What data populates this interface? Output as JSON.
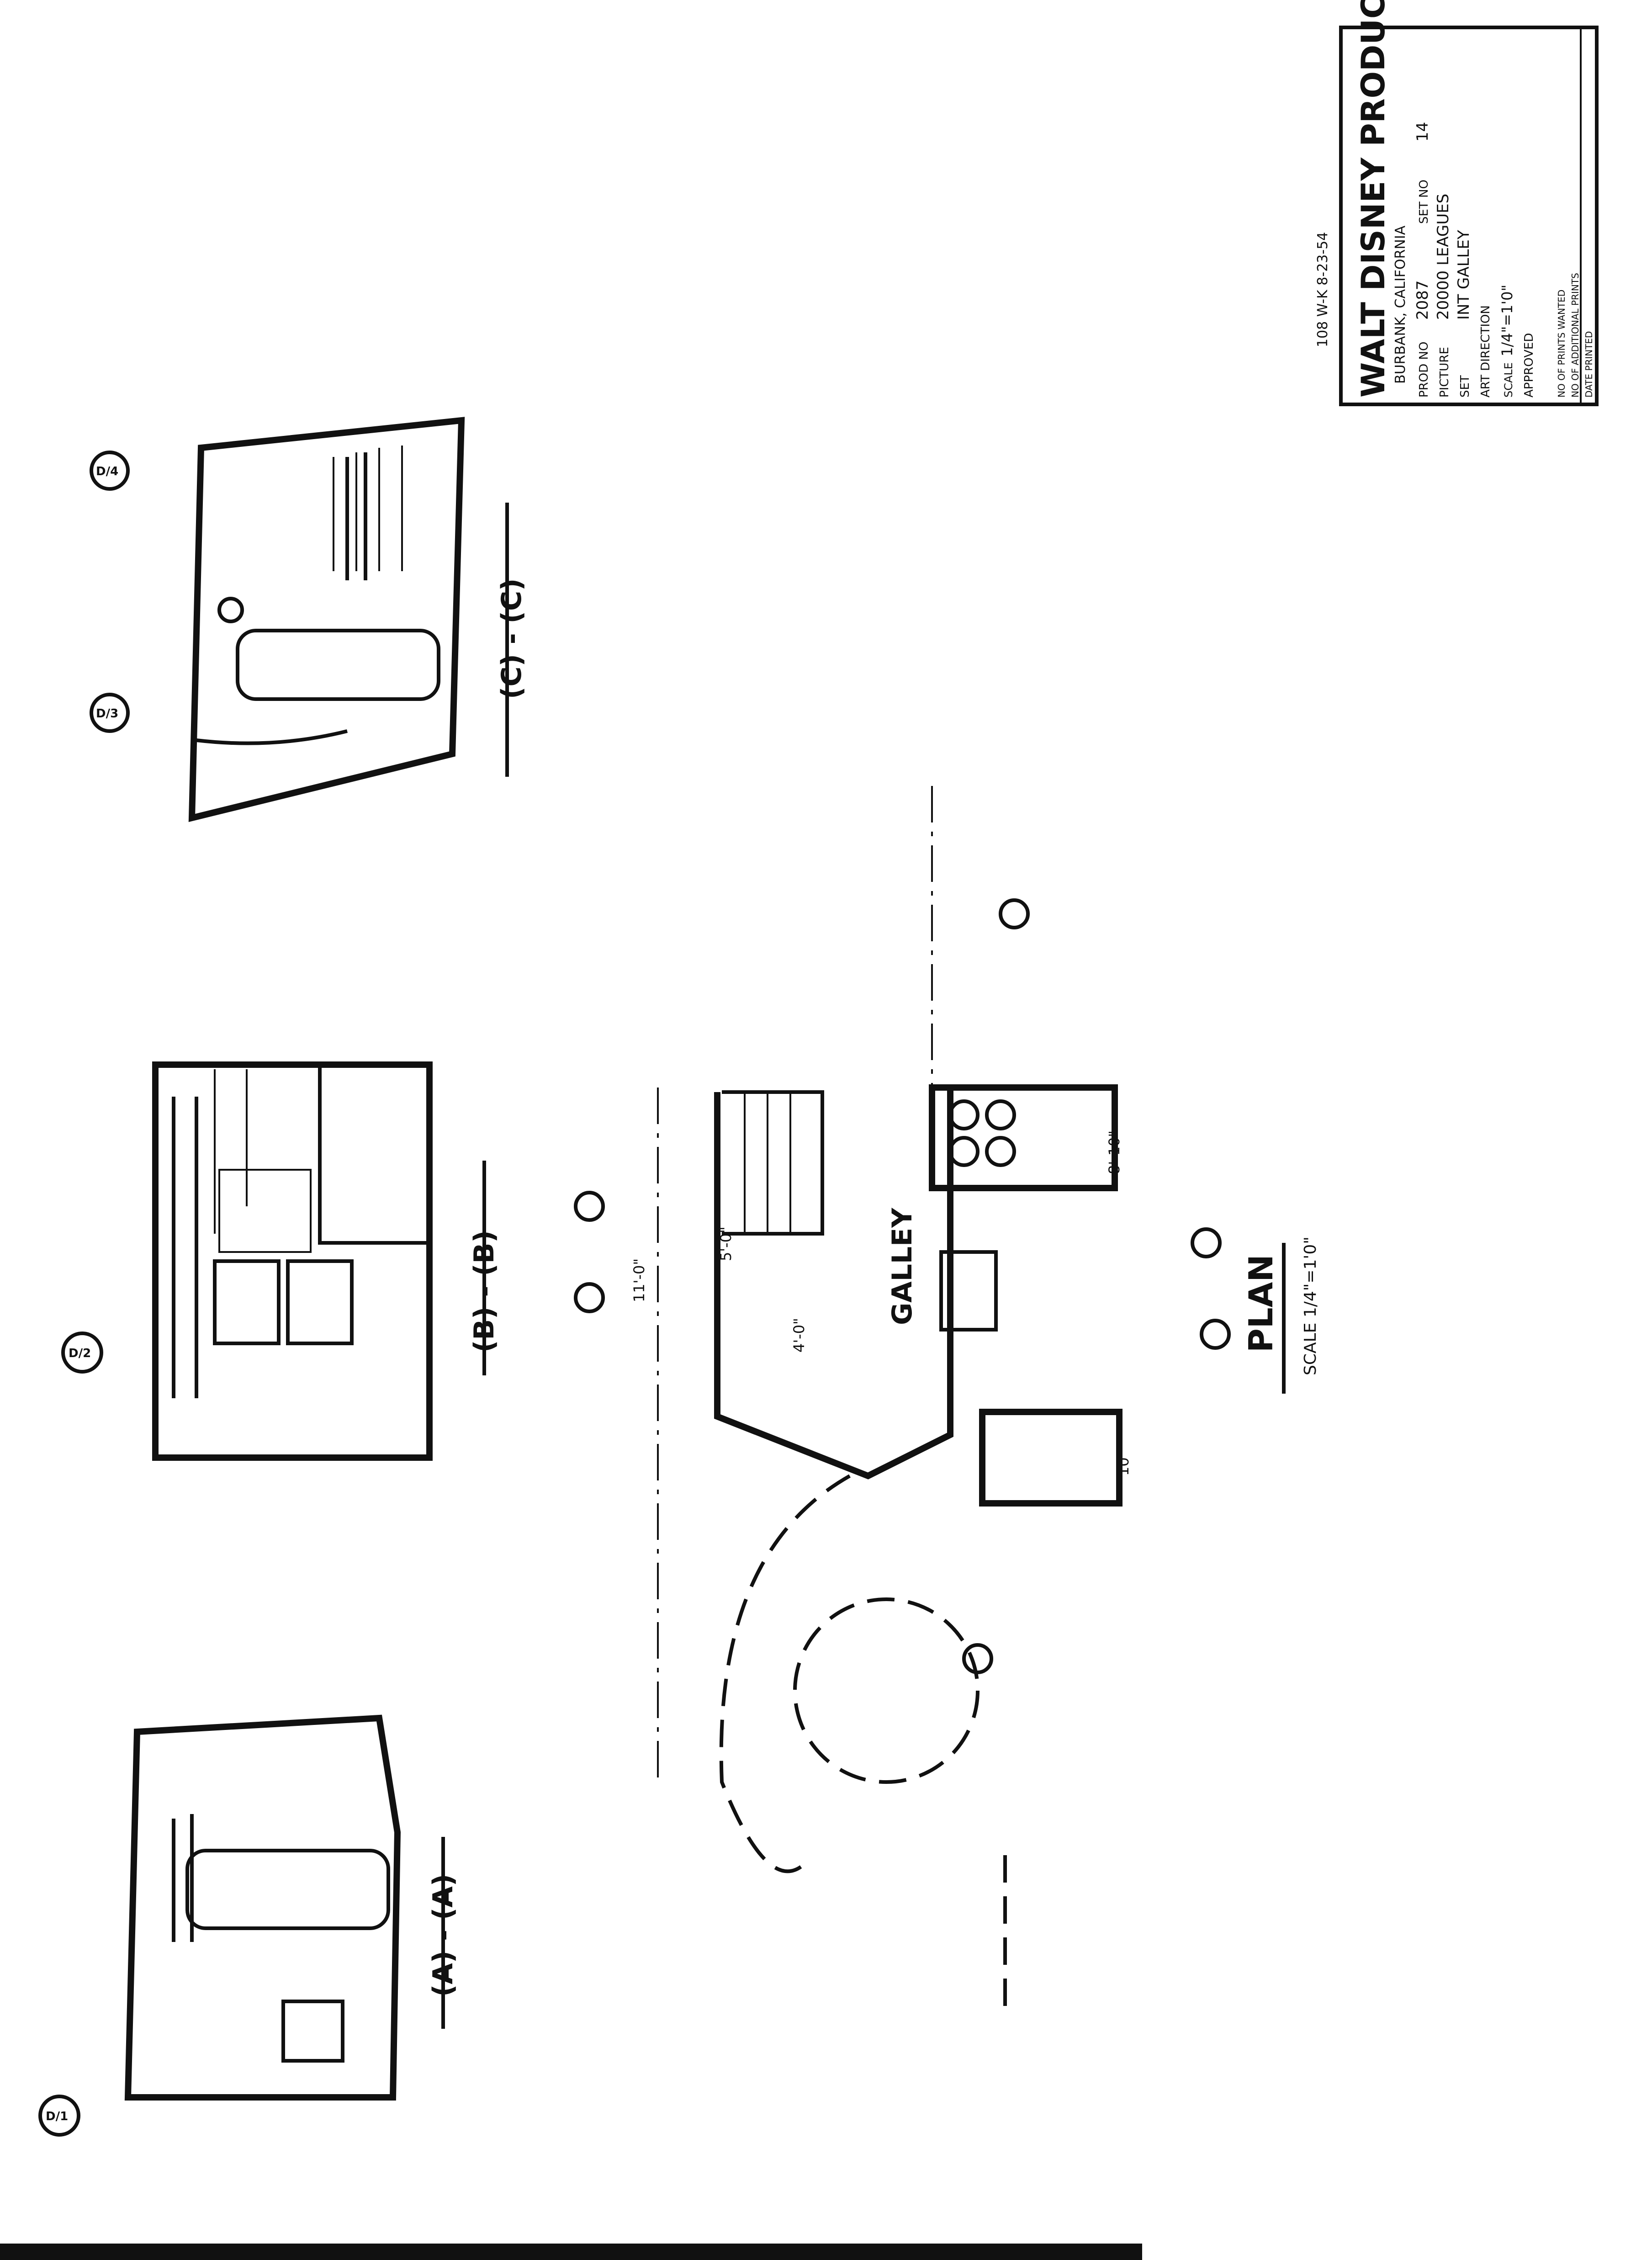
{
  "title_block": {
    "company": "WALT DISNEY PRODUCTIONS",
    "location": "BURBANK, CALIFORNIA",
    "header_note": "108 W-K 8-23-54",
    "prod_no_label": "PROD NO",
    "prod_no_value": "2087",
    "set_no_label": "SET NO",
    "set_no_value": "14",
    "picture_label": "PICTURE",
    "picture_value": "20000 LEAGUES",
    "set_label": "SET",
    "set_value": "INT GALLEY",
    "art_direction_label": "ART DIRECTION",
    "scale_label": "SCALE",
    "scale_value": "1/4\"=1'0\"",
    "approved_label": "APPROVED",
    "prints_label": "NO OF PRINTS WANTED",
    "additional_label": "NO OF ADDITIONAL PRINTS",
    "date_label": "DATE PRINTED"
  },
  "sections": {
    "aa_label": "(A) - (A)",
    "bb_label": "(B) - (B)",
    "cc_label": "(C) - (C)",
    "detail_1": "D/1",
    "detail_2": "D/2",
    "detail_3": "D/3",
    "detail_4": "D/4"
  },
  "plan": {
    "title": "PLAN",
    "scale": "SCALE 1/4\"=1'0\"",
    "room_label": "GALLEY",
    "dim_1": "5'-0\"",
    "dim_2": "11'-0\"",
    "dim_3": "4'-0\"",
    "dim_4": "8'-10\"",
    "dim_5": "10'"
  }
}
